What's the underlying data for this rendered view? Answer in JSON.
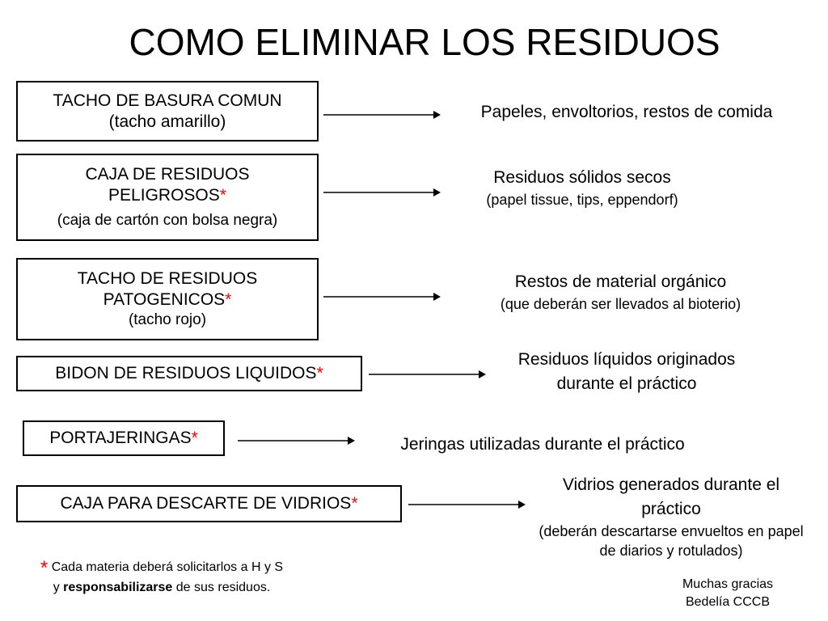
{
  "title": "COMO ELIMINAR LOS RESIDUOS",
  "star": "*",
  "rows": [
    {
      "box": {
        "line1": "TACHO DE BASURA COMUN",
        "line2": "(tacho amarillo)"
      },
      "dest": {
        "main": "Papeles, envoltorios, restos de comida"
      }
    },
    {
      "box": {
        "line1": "CAJA DE RESIDUOS",
        "line2": "PELIGROSOS",
        "line3": "(caja de cartón con bolsa negra)"
      },
      "dest": {
        "main": "Residuos sólidos secos",
        "sub": "(papel tissue, tips, eppendorf)"
      }
    },
    {
      "box": {
        "line1": "TACHO  DE RESIDUOS",
        "line2": "PATOGENICOS",
        "line3": "(tacho rojo)"
      },
      "dest": {
        "main": "Restos de material orgánico",
        "sub": "(que deberán ser llevados al bioterio)"
      }
    },
    {
      "box": {
        "line1": "BIDON DE RESIDUOS LIQUIDOS"
      },
      "dest": {
        "main": "Residuos líquidos originados",
        "main2": "durante el práctico"
      }
    },
    {
      "box": {
        "line1": "PORTAJERINGAS"
      },
      "dest": {
        "main": "Jeringas utilizadas durante el práctico"
      }
    },
    {
      "box": {
        "line1": "CAJA PARA DESCARTE DE VIDRIOS"
      },
      "dest": {
        "main": "Vidrios generados durante el",
        "main2": "práctico",
        "sub": "(deberán descartarse envueltos en papel",
        "sub2": "de diarios y rotulados)"
      }
    }
  ],
  "footnote": {
    "line1": "Cada materia deberá solicitarlos a H y S",
    "line2_pre": "y ",
    "line2_bold": "responsabilizarse",
    "line2_post": " de sus residuos."
  },
  "thanks": {
    "line1": "Muchas gracias",
    "line2": "Bedelía CCCB"
  }
}
